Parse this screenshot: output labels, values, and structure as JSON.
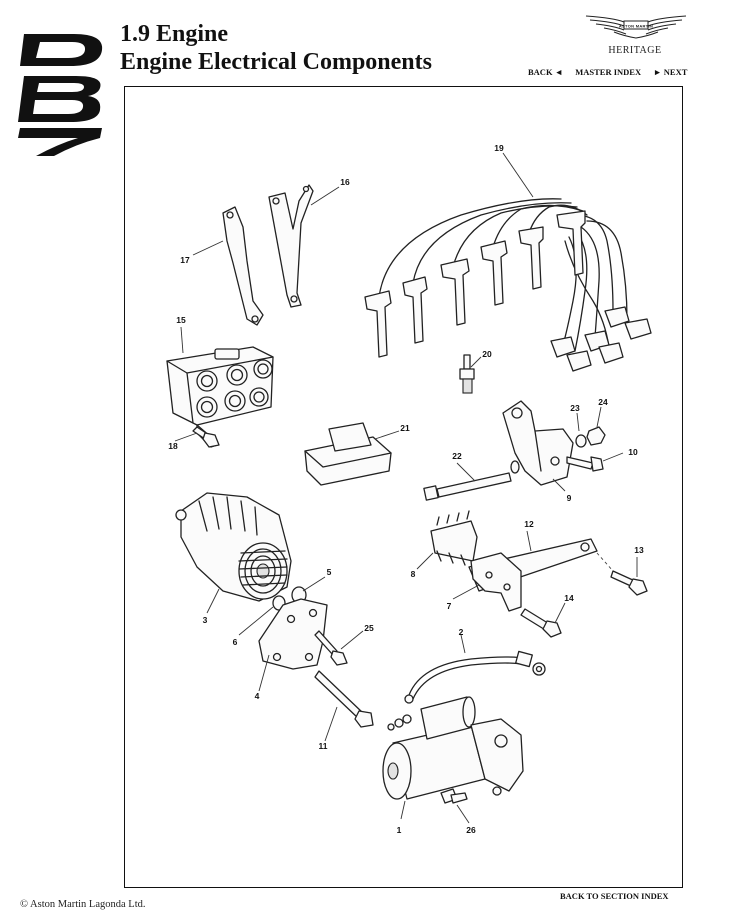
{
  "header": {
    "title_line1": "1.9 Engine",
    "title_line2": "Engine Electrical Components",
    "brand_tag": "HERITAGE"
  },
  "nav": {
    "back": "BACK ◄",
    "master_index": "MASTER INDEX",
    "next": "► NEXT"
  },
  "footer": {
    "copyright": "© Aston Martin Lagonda Ltd.",
    "section_index": "BACK TO SECTION INDEX"
  },
  "callouts": [
    "1",
    "2",
    "3",
    "4",
    "5",
    "6",
    "7",
    "8",
    "9",
    "10",
    "11",
    "12",
    "13",
    "14",
    "15",
    "16",
    "17",
    "18",
    "19",
    "20",
    "21",
    "22",
    "23",
    "24",
    "25",
    "26"
  ],
  "icons": {
    "logo": "db7-logo-icon",
    "brand": "aston-martin-wings-icon"
  }
}
